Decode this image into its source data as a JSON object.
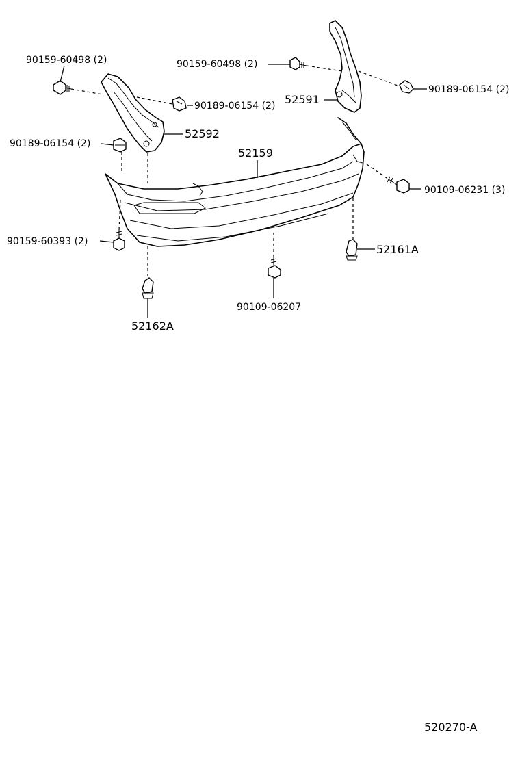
{
  "labels": {
    "screw_upper_left": "90159-60498 (2)",
    "screw_upper_center": "90159-60498 (2)",
    "clip_upper_right": "90189-06154 (2)",
    "clip_upper_left_center": "90189-06154 (2)",
    "clip_left": "90189-06154 (2)",
    "bracket_right": "52591",
    "bracket_left": "52592",
    "bumper_cover": "52159",
    "bolt_right": "90109-06231 (3)",
    "screw_lower_left": "90159-60393 (2)",
    "clip_lower_right": "52161A",
    "bolt_bottom": "90109-06207",
    "clip_lower_left": "52162A",
    "diagram_code": "520270-A"
  }
}
